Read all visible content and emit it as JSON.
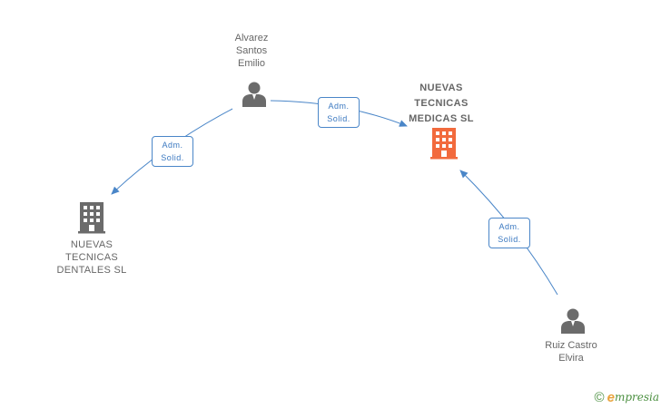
{
  "nodes": {
    "person_alvarez": {
      "label": "Alvarez\nSantos\nEmilio",
      "icon": "person-icon",
      "color": "#6b6b6b"
    },
    "company_medicas": {
      "label": "NUEVAS\nTECNICAS\nMEDICAS SL",
      "icon": "building-icon",
      "color": "#f26a3d"
    },
    "company_dentales": {
      "label": "NUEVAS\nTECNICAS\nDENTALES SL",
      "icon": "building-icon",
      "color": "#6b6b6b"
    },
    "person_ruiz": {
      "label": "Ruiz Castro\nElvira",
      "icon": "person-icon",
      "color": "#6b6b6b"
    }
  },
  "edges": [
    {
      "from": "Alvarez Santos Emilio",
      "to": "NUEVAS TECNICAS DENTALES SL",
      "label": "Adm.\nSolid."
    },
    {
      "from": "Alvarez Santos Emilio",
      "to": "NUEVAS TECNICAS MEDICAS SL",
      "label": "Adm.\nSolid."
    },
    {
      "from": "Ruiz Castro Elvira",
      "to": "NUEVAS TECNICAS MEDICAS SL",
      "label": "Adm.\nSolid."
    }
  ],
  "edge_color": "#4a86c8",
  "footer": {
    "copyright_symbol": "©",
    "brand_e": "e",
    "brand_rest": "mpresia"
  }
}
